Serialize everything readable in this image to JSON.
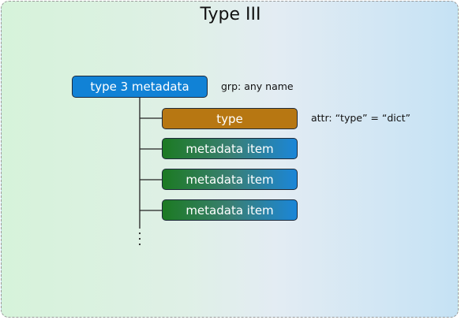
{
  "diagram": {
    "title": "Type III",
    "root": {
      "label": "type 3 metadata",
      "annotation": "grp: any name"
    },
    "children": [
      {
        "label": "type",
        "kind": "type",
        "annotation": "attr: “type” = “dict”"
      },
      {
        "label": "metadata item",
        "kind": "item"
      },
      {
        "label": "metadata item",
        "kind": "item"
      },
      {
        "label": "metadata item",
        "kind": "item"
      }
    ],
    "continuation": "more items (dotted)",
    "colors": {
      "root": "#1182d6",
      "type": "#b77712",
      "item_start": "#1c7a22",
      "item_end": "#1b86d8",
      "background_left": "#d6f3da",
      "background_right": "#c5e2f4"
    }
  }
}
